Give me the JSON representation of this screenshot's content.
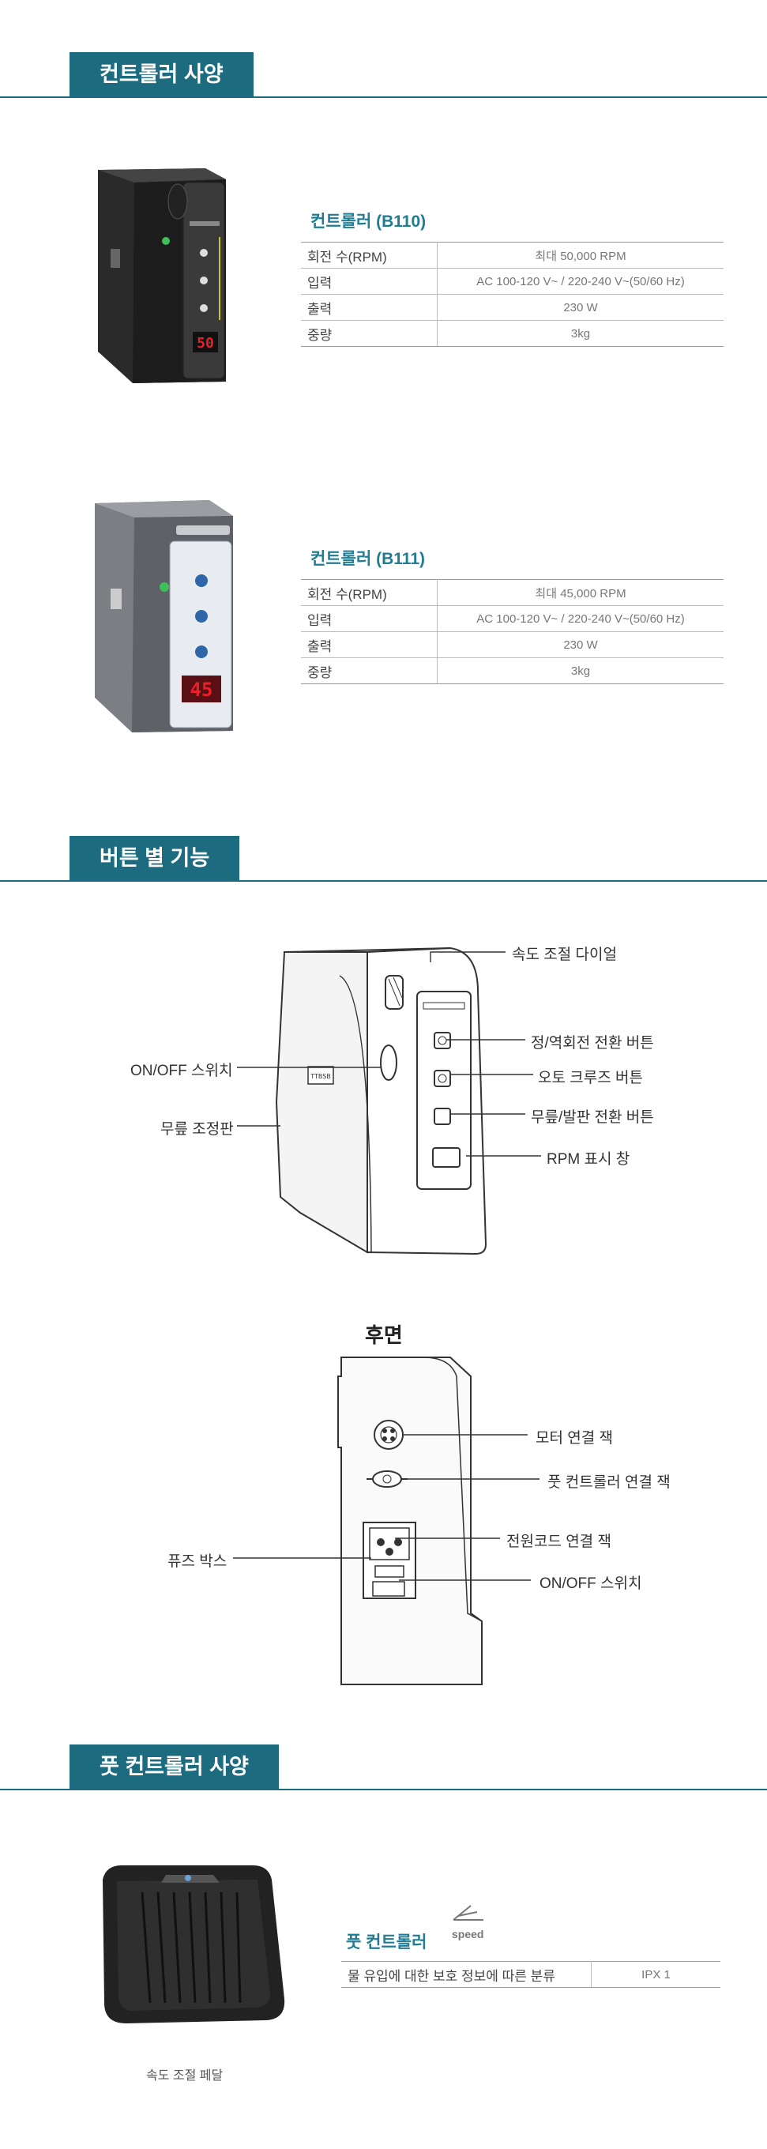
{
  "sections": {
    "controller_specs": "컨트롤러 사양",
    "button_functions": "버튼 별 기능",
    "foot_specs": "풋 컨트롤러 사양"
  },
  "b110": {
    "title": "컨트롤러 (B110)",
    "rows": [
      {
        "key": "회전 수(RPM)",
        "value": "최대 50,000 RPM"
      },
      {
        "key": "입력",
        "value": "AC 100-120 V~ / 220-240 V~(50/60 Hz)"
      },
      {
        "key": "출력",
        "value": "230 W"
      },
      {
        "key": "중량",
        "value": "3kg"
      }
    ],
    "display": "50"
  },
  "b111": {
    "title": "컨트롤러 (B111)",
    "rows": [
      {
        "key": "회전 수(RPM)",
        "value": "최대 45,000 RPM"
      },
      {
        "key": "입력",
        "value": "AC 100-120 V~ / 220-240 V~(50/60 Hz)"
      },
      {
        "key": "출력",
        "value": "230 W"
      },
      {
        "key": "중량",
        "value": "3kg"
      }
    ],
    "display": "45"
  },
  "front_diagram": {
    "speed_dial": "속도 조절 다이얼",
    "on_off": "ON/OFF 스위치",
    "direction": "정/역회전 전환 버튼",
    "auto_cruise": "오토 크루즈 버튼",
    "knee_panel": "무릎 조정판",
    "knee_foot": "무릎/발판 전환 버튼",
    "rpm_window": "RPM 표시 창"
  },
  "rear_diagram": {
    "title": "후면",
    "motor_jack": "모터 연결 잭",
    "foot_jack": "풋 컨트롤러 연결 잭",
    "power_jack": "전원코드 연결 잭",
    "on_off": "ON/OFF 스위치",
    "fuse_box": "퓨즈 박스"
  },
  "foot": {
    "title": "풋 컨트롤러",
    "speed_icon_label": "speed",
    "rows": [
      {
        "key": "물 유입에 대한 보호 정보에 따른 분류",
        "value": "IPX 1"
      }
    ],
    "caption": "속도 조절 페달"
  },
  "colors": {
    "accent": "#1c6b7f",
    "title_accent": "#1f7c93",
    "display_red": "#e8202a"
  }
}
